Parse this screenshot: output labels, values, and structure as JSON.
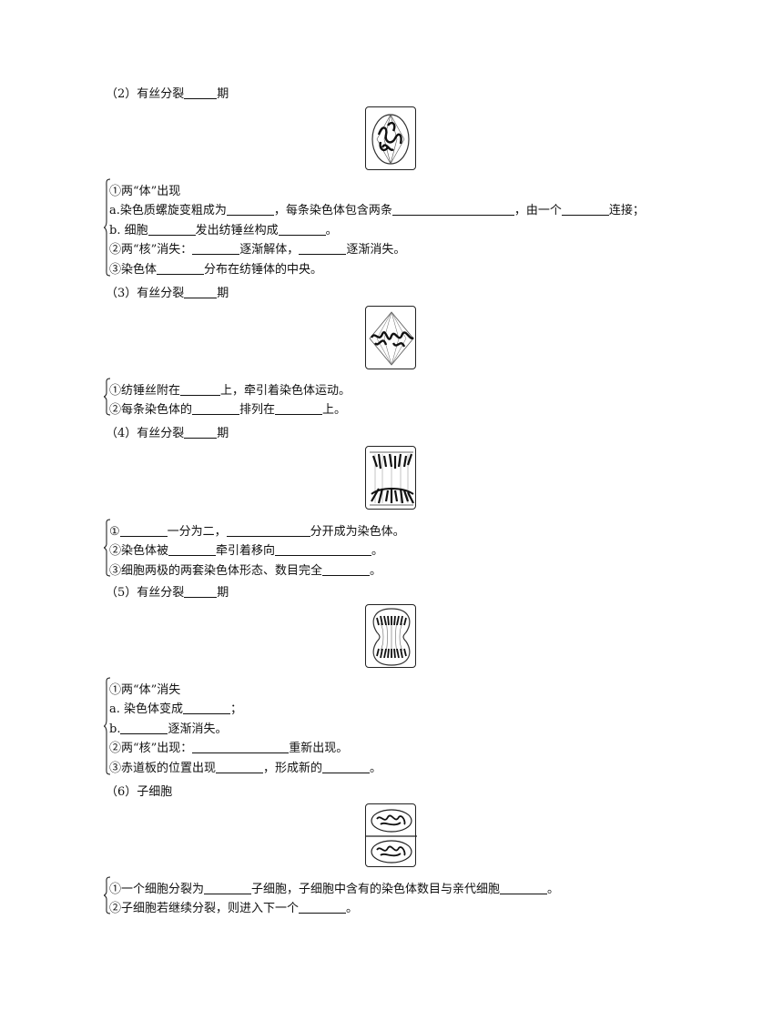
{
  "sections": [
    {
      "heading": {
        "prefix": "（2）有丝分裂",
        "suffix": "期"
      },
      "lines": [
        {
          "parts": [
            "①两“体”出现"
          ]
        },
        {
          "parts": [
            "a.染色质螺旋变粗成为",
            "，每条染色体包含两条",
            "，由一个",
            "连接；"
          ]
        },
        {
          "parts": [
            "b. 细胞",
            "发出纺锤丝构成",
            "。"
          ]
        },
        {
          "parts": [
            "②两“核”消失：",
            "逐渐解体，",
            "逐渐消失。"
          ]
        },
        {
          "parts": [
            "③染色体",
            "分布在纺锤体的中央。"
          ]
        }
      ]
    },
    {
      "heading": {
        "prefix": "（3）有丝分裂",
        "suffix": "期"
      },
      "lines": [
        {
          "parts": [
            "①纺锤丝附在",
            "上，牵引着染色体运动。"
          ]
        },
        {
          "parts": [
            "②每条染色体的",
            "排列在",
            "上。"
          ]
        }
      ]
    },
    {
      "heading": {
        "prefix": "（4）有丝分裂",
        "suffix": "期"
      },
      "lines": [
        {
          "parts": [
            "①",
            "一分为二，",
            "分开成为染色体。"
          ]
        },
        {
          "parts": [
            "②染色体被",
            "牵引着移向",
            "。"
          ]
        },
        {
          "parts": [
            "③细胞两极的两套染色体形态、数目完全",
            "。"
          ]
        }
      ]
    },
    {
      "heading": {
        "prefix": "（5）有丝分裂",
        "suffix": "期"
      },
      "lines": [
        {
          "parts": [
            "①两“体”消失"
          ]
        },
        {
          "parts": [
            "a. 染色体变成",
            "；"
          ]
        },
        {
          "parts": [
            "b.",
            "逐渐消失。"
          ]
        },
        {
          "parts": [
            "②两“核”出现：",
            "重新出现。"
          ]
        },
        {
          "parts": [
            "③赤道板的位置出现",
            "，形成新的",
            "。"
          ]
        }
      ]
    },
    {
      "heading": {
        "prefix": "（6）子细胞",
        "suffix": ""
      },
      "lines": [
        {
          "parts": [
            "①一个细胞分裂为",
            "子细胞，子细胞中含有的染色体数目与亲代细胞",
            "。"
          ]
        },
        {
          "parts": [
            "②子细胞若继续分裂，则进入下一个",
            "。"
          ]
        }
      ]
    }
  ]
}
